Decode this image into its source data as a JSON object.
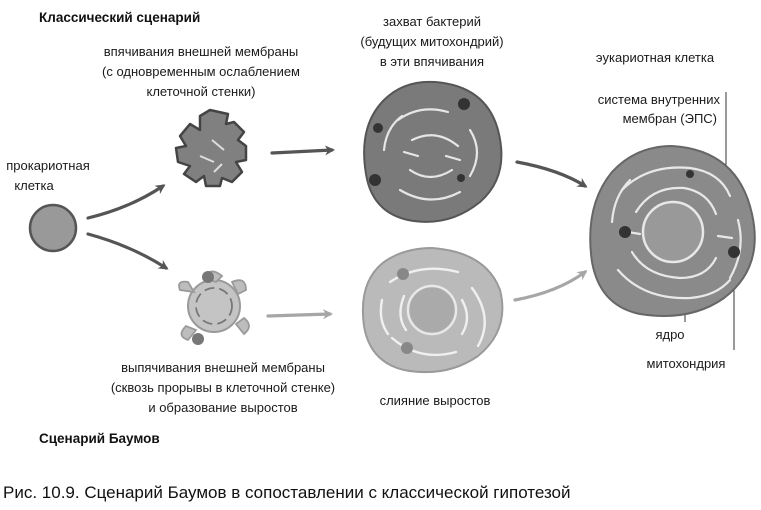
{
  "headings": {
    "classic": "Классический сценарий",
    "baum": "Сценарий Баумов"
  },
  "labels": {
    "prokaryote": [
      "прокариотная",
      "клетка"
    ],
    "invagination": [
      "впячивания внешней мембраны",
      "(с одновременным ослаблением",
      "клеточной стенки)"
    ],
    "capture": [
      "захват бактерий",
      "(будущих митохондрий)",
      "в эти впячивания"
    ],
    "evagination": [
      "выпячивания внешней мембраны",
      "(сквозь прорывы в клеточной стенке)",
      "и образование выростов"
    ],
    "fusion": [
      "слияние выростов"
    ],
    "eukaryote": [
      "эукариотная клетка"
    ],
    "er": [
      "система внутренних",
      "мембран (ЭПС)"
    ],
    "nucleus": [
      "ядро"
    ],
    "mitochondrion": [
      "митохондрия"
    ]
  },
  "caption": "Рис. 10.9. Сценарий Баумов в сопоставлении с классической гипотезой",
  "colors": {
    "dark_cell": "#777777",
    "dark_outline": "#444444",
    "light_cell": "#bdbdbd",
    "light_outline": "#9a9a9a",
    "mito": "#3f3f3f",
    "arrow_dark": "#555555",
    "arrow_light": "#a6a6a6"
  }
}
